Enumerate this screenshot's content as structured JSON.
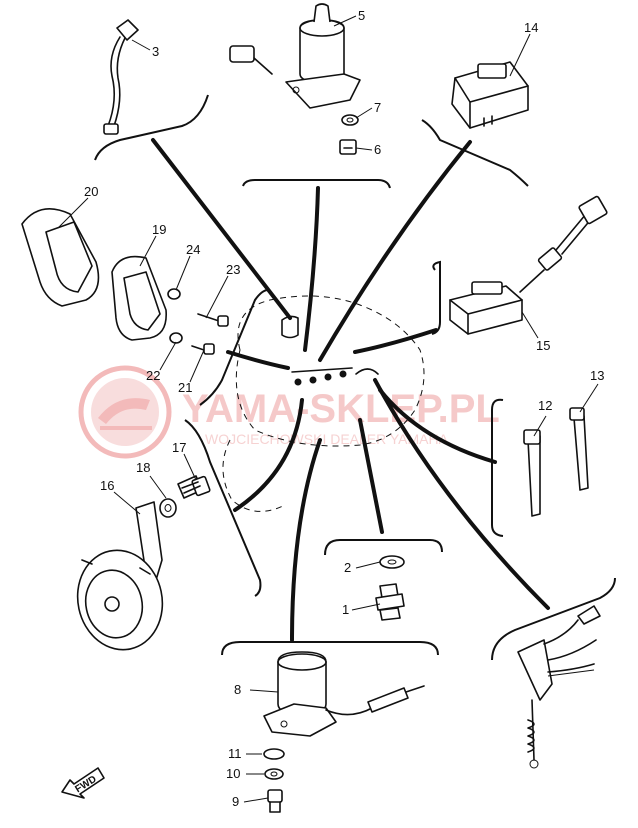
{
  "watermark": {
    "brand": "YAMA-SKLEP.PL",
    "tagline": "WOJCIECHOWSKI DEALER YAMAHA",
    "accent_color": "#e88c8c"
  },
  "direction_marker": {
    "label": "FWD",
    "icon": "arrow-forward-icon"
  },
  "callouts": [
    "1",
    "2",
    "3",
    "5",
    "6",
    "7",
    "8",
    "9",
    "10",
    "11",
    "12",
    "13",
    "14",
    "15",
    "16",
    "17",
    "18",
    "19",
    "20",
    "21",
    "22",
    "23",
    "24"
  ]
}
